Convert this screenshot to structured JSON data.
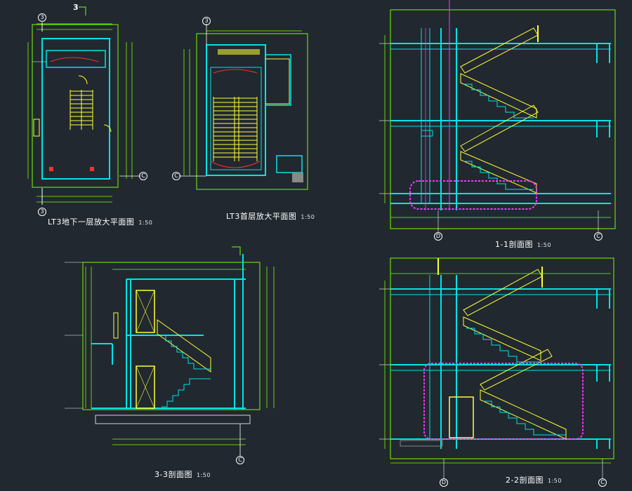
{
  "drawings": {
    "basement_plan": {
      "title": "LT3地下一层放大平面图",
      "scale": "1:50",
      "axis_top": "3",
      "axis_bottom": "3",
      "axis_right": "C",
      "section_mark": "3"
    },
    "roof_plan": {
      "title": "LT3首层放大平面图",
      "scale": "1:50",
      "axis_top": "3",
      "axis_left": "C"
    },
    "section_1_1": {
      "title": "1-1剖面图",
      "scale": "1:50",
      "axis_left": "D",
      "axis_right": "C"
    },
    "section_3_3": {
      "title": "3-3剖面图",
      "scale": "1:50",
      "axis_bottom": "C"
    },
    "section_2_2": {
      "title": "2-2剖面图",
      "scale": "1:50",
      "axis_left": "D",
      "axis_right": "C"
    }
  },
  "colors": {
    "background": "#212830",
    "wall": "#00e5e5",
    "dimension": "#7cfc00",
    "stair": "#ffff33",
    "highlight": "#ff33ff",
    "annotation": "#ffffff",
    "red": "#ff3030"
  }
}
